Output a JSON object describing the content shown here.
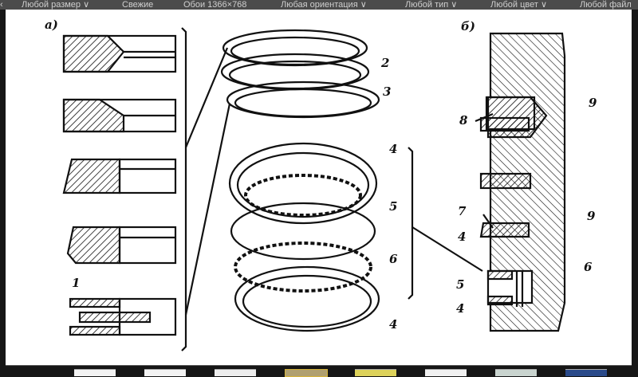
{
  "filters": {
    "back": "‹",
    "size": "Любой размер ∨",
    "fresh": "Свежие",
    "wallpaper": "Обои 1366×768",
    "orientation": "Любая ориентация ∨",
    "type": "Любой тип ∨",
    "color": "Любой цвет ∨",
    "file": "Любой файл"
  },
  "figure": {
    "part_a": "а)",
    "part_b": "б)",
    "labels_a": [
      "1",
      "2",
      "3",
      "4",
      "5",
      "6",
      "4"
    ],
    "labels_b": [
      "8",
      "9",
      "9",
      "7",
      "4",
      "5",
      "6",
      "4"
    ]
  },
  "thumbnail_colors": [
    "#f2f2f2",
    "#f2f2f2",
    "#ededed",
    "#d6b43a",
    "#ddd25a",
    "#f0f0f0",
    "#c9d4cf",
    "#2a4a8a"
  ]
}
